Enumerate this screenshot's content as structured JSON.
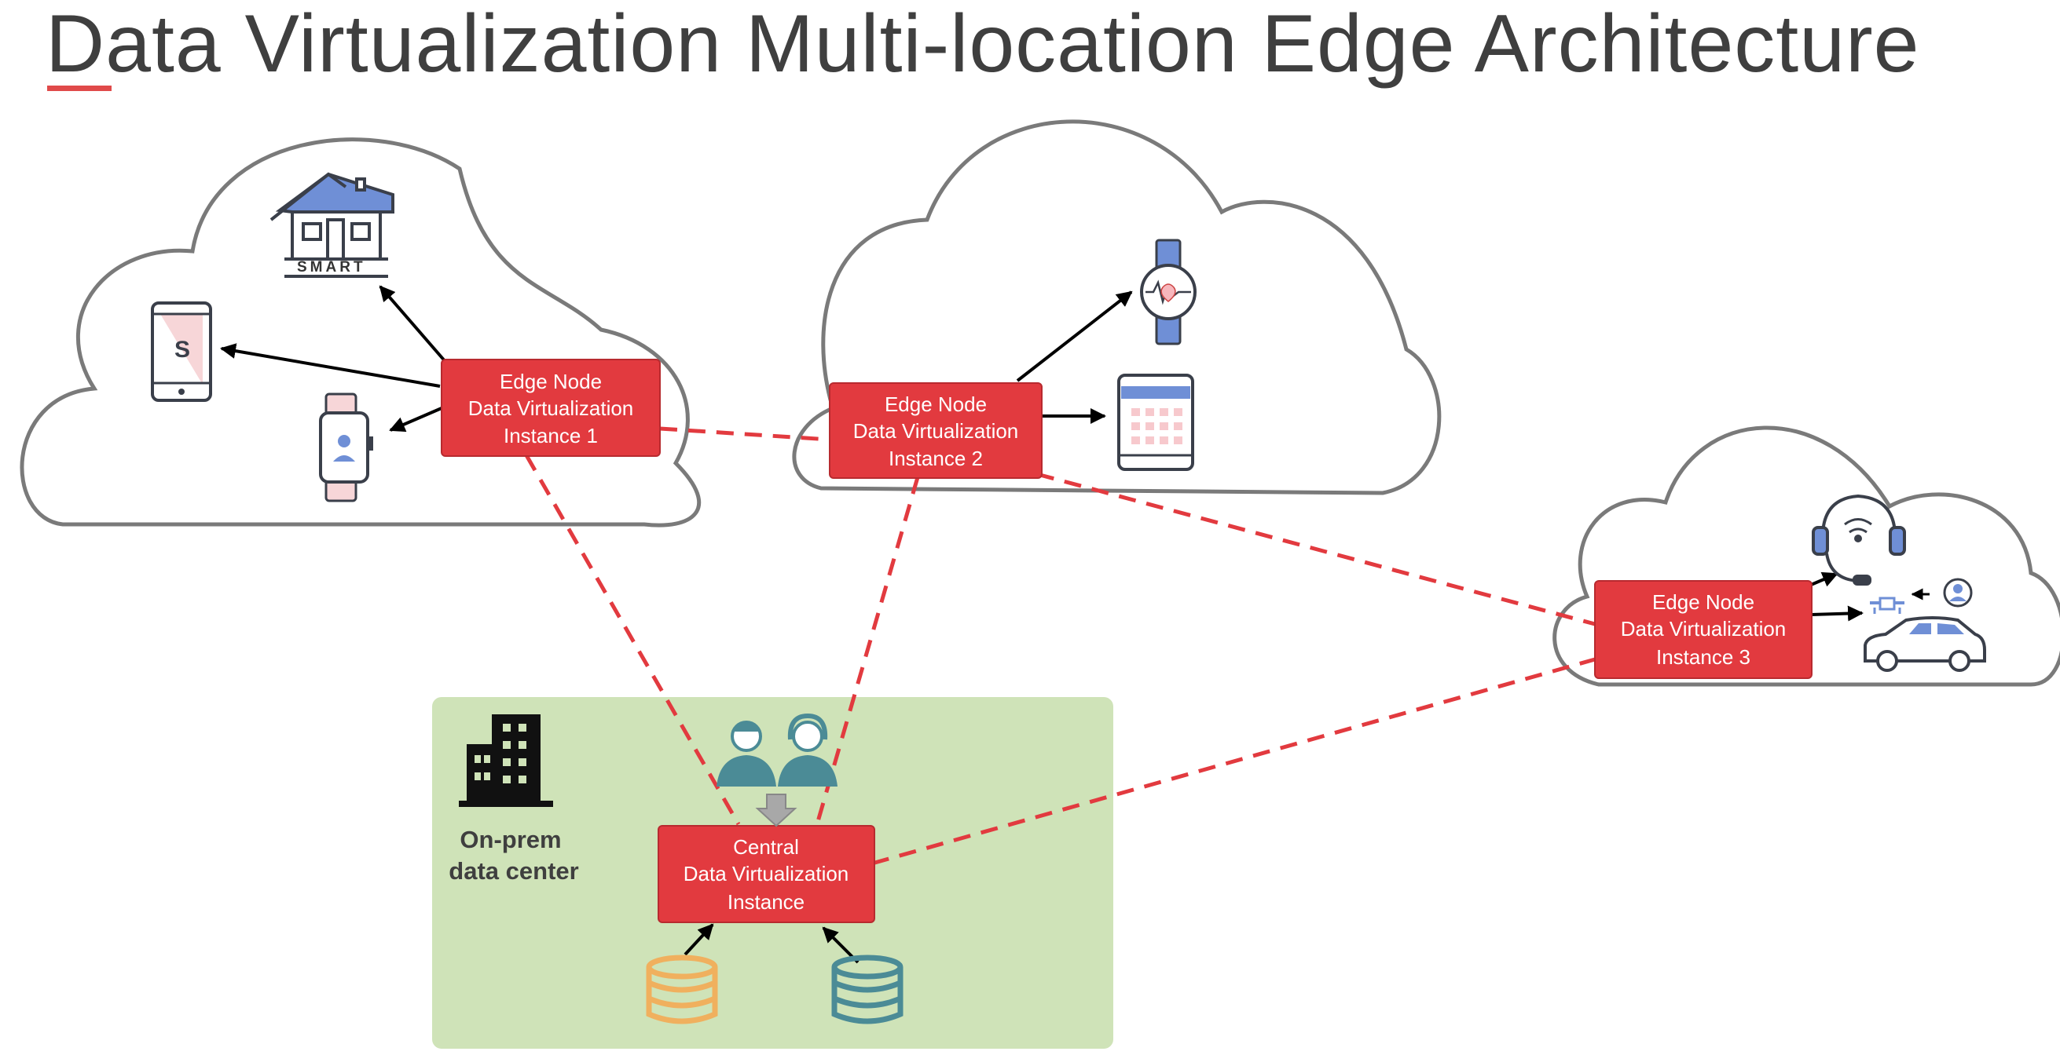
{
  "title": "Data Virtualization Multi-location Edge Architecture",
  "colors": {
    "accent": "#e04a4a",
    "node_fill": "#e23a3f",
    "datacenter_fill": "#cfe3b8",
    "cloud_stroke": "#7a7a7a",
    "icon_blue": "#6f8fd6",
    "icon_teal": "#4b8b96",
    "db_orange": "#f0b05e"
  },
  "nodes": {
    "edge1": [
      "Edge Node",
      "Data Virtualization",
      "Instance 1"
    ],
    "edge2": [
      "Edge Node",
      "Data Virtualization",
      "Instance 2"
    ],
    "edge3": [
      "Edge Node",
      "Data Virtualization",
      "Instance 3"
    ],
    "central": [
      "Central",
      "Data Virtualization",
      "Instance"
    ]
  },
  "datacenter": {
    "label_line1": "On-prem",
    "label_line2": "data center",
    "icon": "office-building-icon"
  },
  "icons": {
    "cloud1": [
      "smart-home-icon",
      "smartphone-icon",
      "smartwatch-user-icon"
    ],
    "cloud2": [
      "smartwatch-heart-icon",
      "tablet-calendar-icon"
    ],
    "cloud3": [
      "headset-wifi-icon",
      "drone-user-icon",
      "car-icon"
    ],
    "datacenter": [
      "users-icon",
      "down-arrow-icon",
      "database-orange-icon",
      "database-teal-icon"
    ]
  },
  "smart_home_label": "SMART",
  "smartphone_letter": "S"
}
